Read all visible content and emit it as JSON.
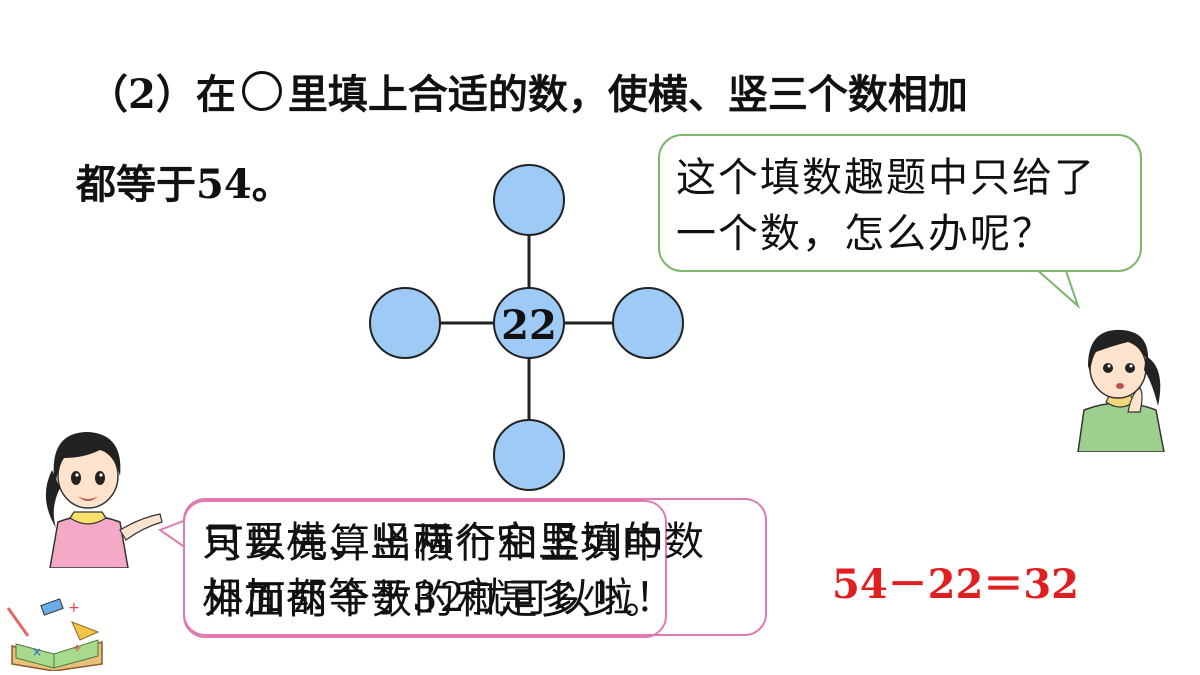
{
  "question": {
    "line1_prefix": "（2）在",
    "line1_suffix": "里填上合适的数，使横、竖三个数相加",
    "line2": "都等于54。"
  },
  "diagram": {
    "center_value": "22",
    "circle_color": "#9ecbf5",
    "circle_border": "#222222"
  },
  "bubble_right": {
    "text": "这个填数趣题中只给了一个数，怎么办呢？",
    "border_color": "#7cb66a"
  },
  "bubble_left": {
    "text_a": "只要横、竖两个空里填的数",
    "text_b": "相加都等于32就可以啦！",
    "text_c": "可以先算出横行和竖列中",
    "text_d": "外面两个数的和是多少。",
    "border_color": "#e07ab0"
  },
  "equation": {
    "text": "54－22＝32",
    "color": "#e02020"
  },
  "icons": [
    "girl-thinking-icon",
    "girl-pointing-icon",
    "math-book-icon"
  ]
}
